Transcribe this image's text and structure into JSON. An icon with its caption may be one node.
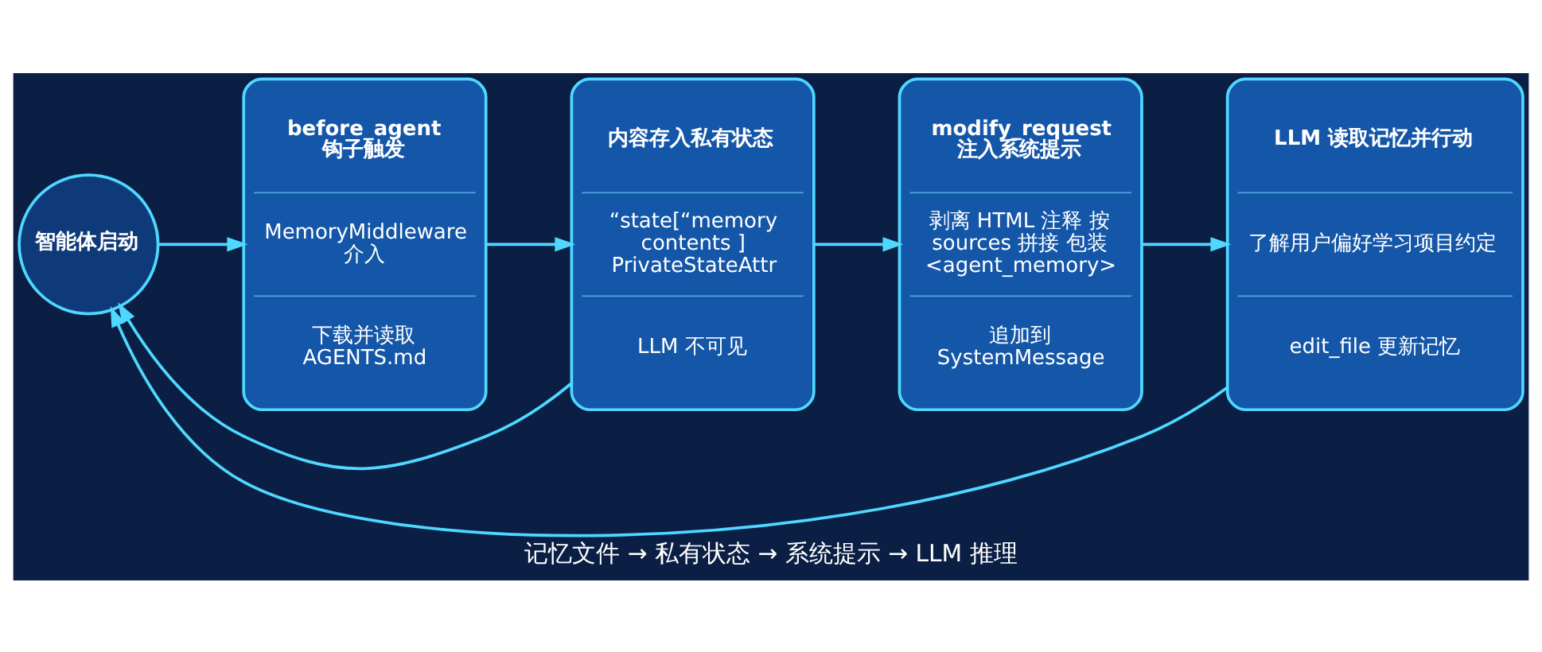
{
  "diagram": {
    "caption": "记忆文件 → 私有状态 → 系统提示 → LLM 推理",
    "nodes": [
      {
        "text": [
          "智能体启动"
        ]
      },
      {
        "text": [
          "before_agent 钩子触发",
          "MemoryMiddleware 介入",
          "下载并读取 AGENTS.md"
        ]
      },
      {
        "text": [
          "内容存入私有状态",
          "“state[“memory contents ] PrivateStateAttr",
          "LLM 不可见"
        ]
      },
      {
        "text": [
          "modify_request 注入系统提示",
          "剥离 HTML 注释 按 sources 拼接 包装 <agent_memory>",
          "追加到 SystemMessage"
        ]
      },
      {
        "text": [
          "LLM 读取记忆并行动",
          "了解用户偏好学习项目约定",
          "edit_file 更新记忆"
        ]
      }
    ],
    "edges": [
      {
        "from": 0,
        "to": 1,
        "arrow": "to"
      },
      {
        "from": 1,
        "to": 2,
        "arrow": "to"
      },
      {
        "from": 2,
        "to": 3,
        "arrow": "to"
      },
      {
        "from": 3,
        "to": 4,
        "arrow": "to"
      },
      {
        "from": 4,
        "to": 0,
        "arrow": "to"
      },
      {
        "from": 2,
        "to": 0,
        "arrow": "to"
      }
    ]
  }
}
